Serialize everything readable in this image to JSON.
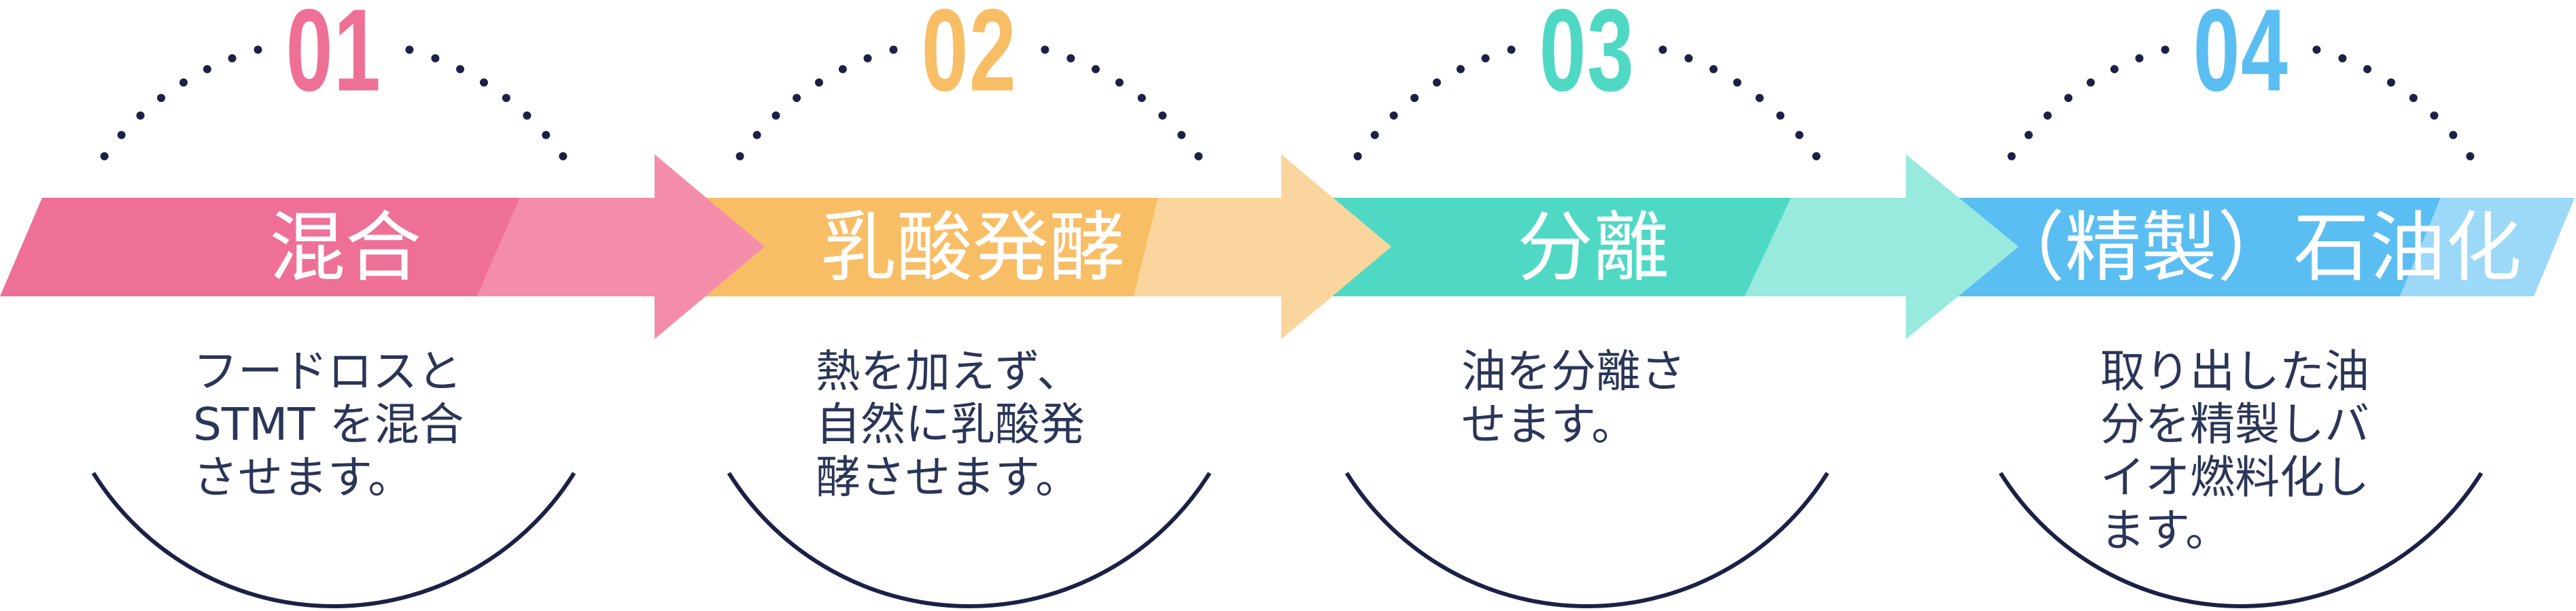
{
  "colors": {
    "navy": "#1b2146",
    "text": "#2a3558"
  },
  "steps": [
    {
      "number": "01",
      "title": "混合",
      "color": "#EF7096",
      "light": "#F48DAA",
      "description": [
        "フードロスと",
        "STMT を混合",
        "させます。"
      ]
    },
    {
      "number": "02",
      "title": "乳酸発酵",
      "color": "#F8BE66",
      "light": "#FAD59D",
      "description": [
        "熱を加えず、",
        "自然に乳酸発",
        "酵させます。"
      ]
    },
    {
      "number": "03",
      "title": "分離",
      "color": "#4FD9C5",
      "light": "#98EADE",
      "description": [
        "油を分離さ",
        "せます。"
      ]
    },
    {
      "number": "04",
      "title": "（精製）石油化",
      "color": "#5BBEF2",
      "light": "#9CD8F7",
      "description": [
        "取り出した油",
        "分を精製しバ",
        "イオ燃料化し",
        "ます。"
      ]
    }
  ]
}
